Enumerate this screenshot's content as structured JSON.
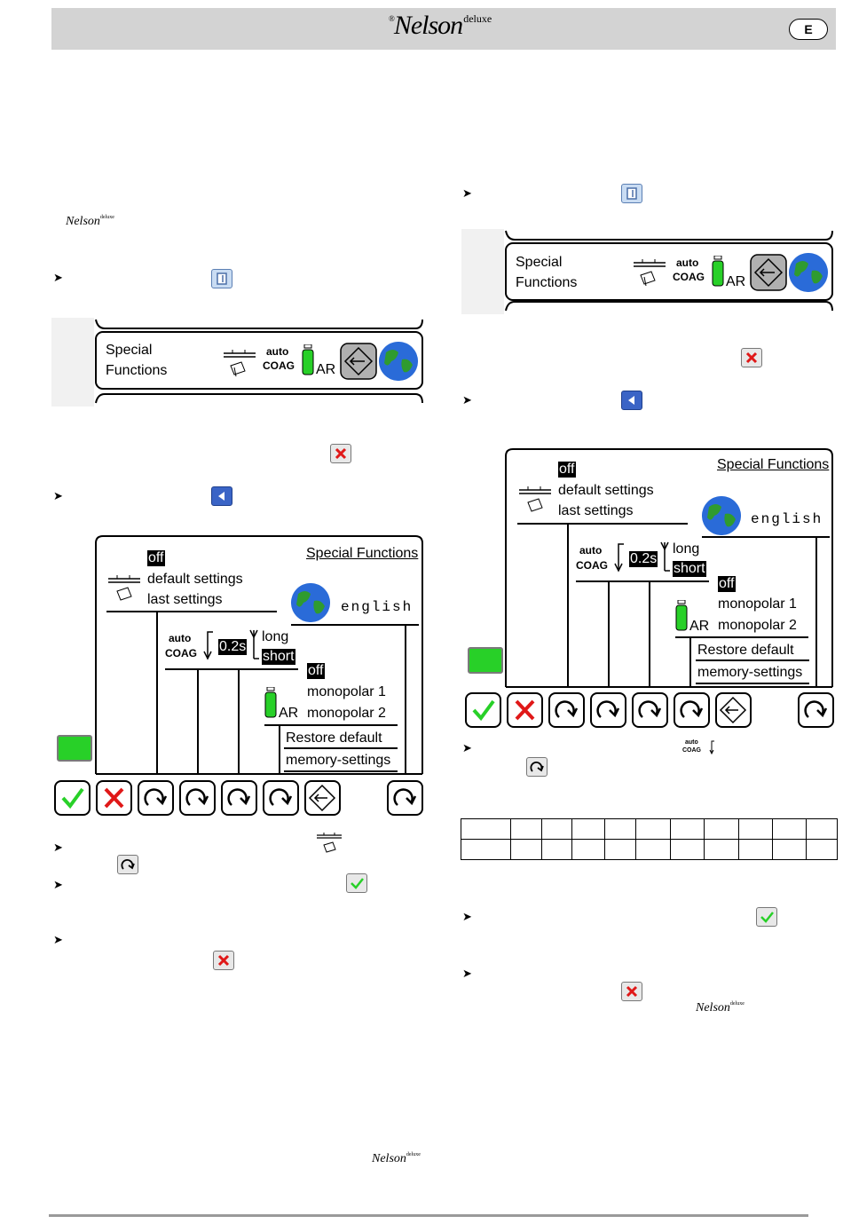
{
  "header": {
    "brand": "Nelson",
    "reg_mark": "®",
    "brand_suffix": "deluxe",
    "language_badge": "E"
  },
  "inline_logos": {
    "brand": "Nelson",
    "suffix": "deluxe"
  },
  "screen_strip": {
    "line1": "Special",
    "line2": "Functions",
    "auto": "auto",
    "coag": "COAG",
    "gas": "AR"
  },
  "special_functions_screen": {
    "title": "Special Functions",
    "settings_options": [
      "off",
      "default settings",
      "last settings"
    ],
    "language": "english",
    "auto_label": "auto",
    "coag_label": "COAG",
    "delay_value": "0.2s",
    "duration_options": [
      "long",
      "short"
    ],
    "gas_options": [
      "off",
      "monopolar 1",
      "monopolar 2"
    ],
    "gas_label": "AR",
    "restore_line1": "Restore default",
    "restore_line2": "memory-settings"
  },
  "inline_icon_auto": {
    "auto": "auto",
    "coag": "COAG"
  },
  "colors": {
    "green": "#28d028",
    "red": "#e01818",
    "header_bg": "#d3d3d3",
    "globe_blue": "#2a6bd8",
    "globe_green": "#2f9b2f"
  },
  "icons": [
    "menu-icon",
    "close-icon",
    "back-icon",
    "rotate-icon",
    "confirm-icon",
    "exchange-icon",
    "globe-icon",
    "gas-bottle-icon",
    "pedal-icon"
  ]
}
